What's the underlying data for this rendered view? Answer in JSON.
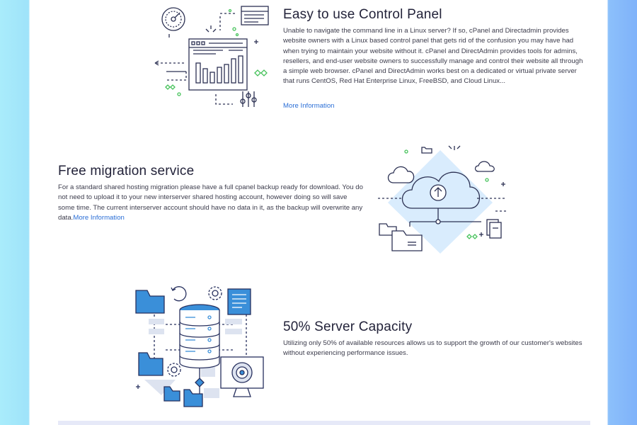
{
  "sections": [
    {
      "title": "Easy to use Control Panel",
      "text": "Unable to navigate the command line in a Linux server? If so, cPanel and Directadmin provides website owners with a Linux based control panel that gets rid of the confusion you may have had when trying to maintain your website without it. cPanel and DirectAdmin provides tools for admins, resellers, and end-user website owners to successfully manage and control their website all through a simple web browser. cPanel and DirectAdmin works best on a dedicated or virtual private server that runs CentOS, Red Hat Enterprise Linux, FreeBSD, and Cloud Linux...",
      "link": "More Information",
      "illustration": "control-panel-illustration"
    },
    {
      "title": "Free migration service",
      "text": "For a standard shared hosting migration please have a full cpanel backup ready for download. You do not need to upload it to your new interserver shared hosting account, however doing so will save some time. The current interserver account should have no data in it, as the backup will overwrite any data.",
      "link": "More Information",
      "illustration": "cloud-upload-illustration"
    },
    {
      "title": "50% Server Capacity",
      "text": "Utilizing only 50% of available resources allows us to support the growth of our customer's websites without experiencing performance issues.",
      "illustration": "database-server-illustration"
    }
  ],
  "colors": {
    "accent_blue": "#2a6ed6",
    "illustration_blue": "#3a8fd9",
    "illustration_navy": "#27305e",
    "illustration_green": "#45c25a",
    "light_blue_fill": "#d9ecfd"
  }
}
